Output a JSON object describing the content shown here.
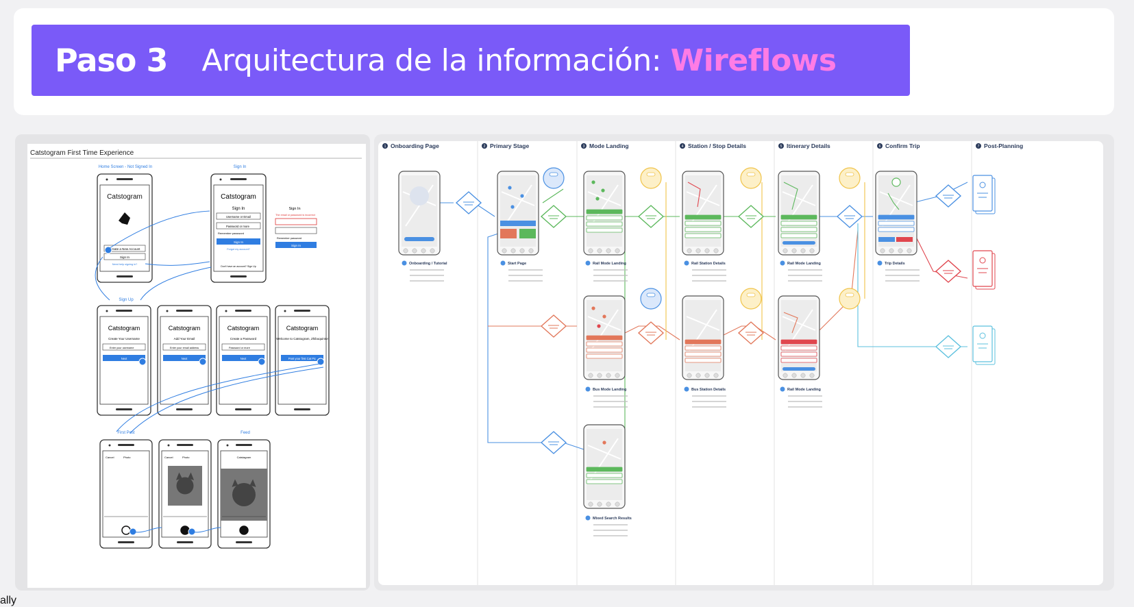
{
  "header": {
    "step": "Paso 3",
    "title": "Arquitectura de la información:",
    "highlight": "Wireflows"
  },
  "left_diagram": {
    "title": "Catstogram First Time Experience",
    "section_labels": [
      "Home Screen - Not Signed In",
      "Sign In",
      "Sign Up",
      "First Post",
      "Feed"
    ],
    "app_name": "Catstogram",
    "signin": {
      "heading": "Sign In",
      "username_placeholder": "Username or Email",
      "password_placeholder": "Password or more",
      "remember": "Remember password",
      "button": "Sign In",
      "forgot": "Forgot my account?",
      "error_note": "The email or password is incorrect",
      "no_account": "Don't have an account? Sign Up"
    },
    "home": {
      "create": "Create a New Account",
      "signin": "Sign In",
      "forgot": "Need help signing in?"
    },
    "signup_screens": [
      {
        "heading": "Create Your Username",
        "field": "Enter your username",
        "button": "Next"
      },
      {
        "heading": "Add Your Email",
        "field": "Enter your email address",
        "button": "Next"
      },
      {
        "heading": "Create a Password",
        "field": "Password or more",
        "button": "Next"
      },
      {
        "heading": "Welcome to Catstogram, Zhiboquinto!",
        "field": "",
        "button": "Post your first Cat Pic"
      }
    ],
    "post_screens": [
      {
        "left": "Cancel",
        "right": "Photo"
      },
      {
        "left": "Cancel",
        "right": "Photo"
      },
      {
        "left": "",
        "right": "Catstagram"
      }
    ]
  },
  "right_diagram": {
    "columns": [
      {
        "num": "1",
        "label": "Onboarding Page"
      },
      {
        "num": "2",
        "label": "Primary Stage"
      },
      {
        "num": "3",
        "label": "Mode Landing"
      },
      {
        "num": "4",
        "label": "Station / Stop Details"
      },
      {
        "num": "5",
        "label": "Itinerary Details"
      },
      {
        "num": "6",
        "label": "Confirm Trip"
      },
      {
        "num": "7",
        "label": "Post-Planning"
      }
    ],
    "screen_captions": [
      "Onboarding / Tutorial",
      "Start Page",
      "Rail Mode Landing",
      "Rail Station Details",
      "Rail Mode Landing",
      "Trip Details",
      "Bus Mode Landing",
      "Bus Station Details",
      "Rail Mode Landing",
      "Mixed Search Results"
    ],
    "colors": {
      "blue": "#4a90e2",
      "green": "#5cb85c",
      "orange": "#e2775a",
      "yellow": "#f0c348",
      "red": "#e0464e",
      "cyan": "#5bc0de",
      "purple": "#7a5af8"
    }
  },
  "footer": {
    "text": "ally"
  }
}
